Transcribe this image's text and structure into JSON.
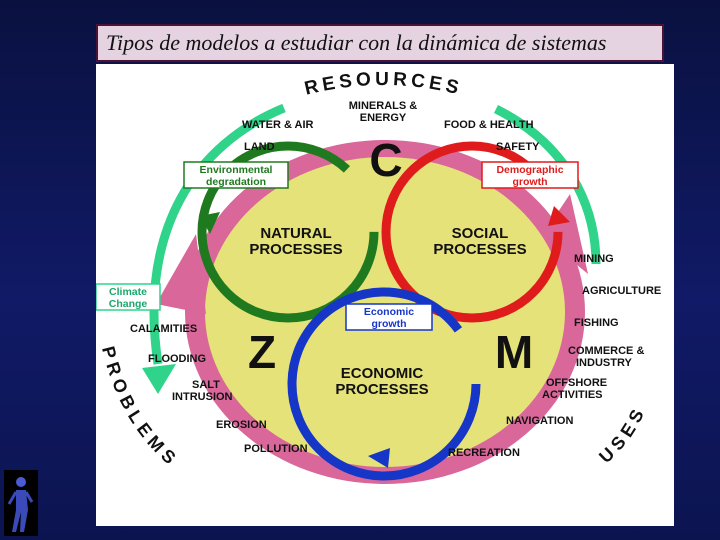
{
  "slide": {
    "title": "Tipos de modelos a estudiar con la dinámica de sistemas"
  },
  "diagram": {
    "arc_words": {
      "resources": "RESOURCES",
      "problems": "PROBLEMS",
      "uses": "USES"
    },
    "resource_labels": {
      "minerals_line1": "MINERALS &",
      "minerals_line2": "ENERGY",
      "water_air": "WATER & AIR",
      "food_health": "FOOD & HEALTH",
      "land": "LAND",
      "safety": "SAFETY"
    },
    "boxes": {
      "env_line1": "Environmental",
      "env_line2": "degradation",
      "demo_line1": "Demographic",
      "demo_line2": "growth",
      "climate_line1": "Climate",
      "climate_line2": "Change",
      "econ_line1": "Economic",
      "econ_line2": "growth"
    },
    "processes": {
      "natural_line1": "NATURAL",
      "natural_line2": "PROCESSES",
      "social_line1": "SOCIAL",
      "social_line2": "PROCESSES",
      "economic_line1": "ECONOMIC",
      "economic_line2": "PROCESSES"
    },
    "letters": {
      "c": "C",
      "z": "Z",
      "m": "M"
    },
    "problem_labels": {
      "calamities": "CALAMITIES",
      "flooding": "FLOODING",
      "salt_line1": "SALT",
      "salt_line2": "INTRUSION",
      "erosion": "EROSION",
      "pollution": "POLLUTION"
    },
    "use_labels": {
      "mining": "MINING",
      "agriculture": "AGRICULTURE",
      "fishing": "FISHING",
      "commerce_line1": "COMMERCE &",
      "commerce_line2": "INDUSTRY",
      "offshore_line1": "OFFSHORE",
      "offshore_line2": "ACTIVITIES",
      "navigation": "NAVIGATION",
      "recreation": "RECREATION"
    },
    "colors": {
      "natural_cycle": "#1f7a1f",
      "social_cycle": "#e01b1b",
      "economic_cycle": "#1636c8",
      "inner_fill": "#e6e27a",
      "pink_band": "#d9679a",
      "green_band": "#2fd48a",
      "title_bar": "#e6d3e2"
    }
  }
}
